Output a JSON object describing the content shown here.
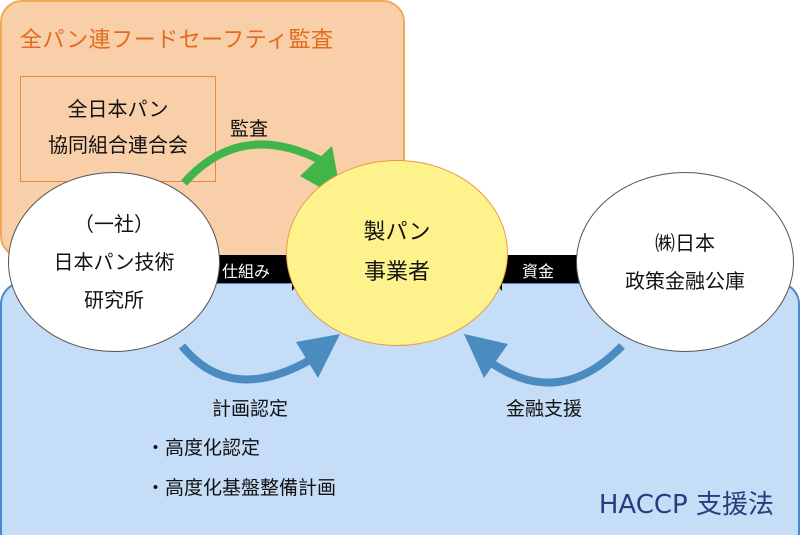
{
  "audit_region": {
    "title": "全パン連フードセーフティ監査"
  },
  "haccp_region": {
    "title": "HACCP 支援法"
  },
  "federation": {
    "line1": "全日本パン",
    "line2": "協同組合連合会"
  },
  "research_institute": {
    "line1": "（一社）",
    "line2": "日本パン技術",
    "line3": "研究所"
  },
  "bakery": {
    "line1": "製パン",
    "line2": "事業者"
  },
  "finance_corp": {
    "line1": "㈱日本",
    "line2": "政策金融公庫"
  },
  "arrows": {
    "audit": "監査",
    "mechanism": "仕組み",
    "funds": "資金",
    "plan_certification": "計画認定",
    "financial_support": "金融支援"
  },
  "certifications": [
    "・高度化認定",
    "・高度化基盤整備計画"
  ],
  "colors": {
    "audit_fill": "#f9cfa9",
    "haccp_fill": "#c5ddf7",
    "bakery_fill": "#fdf28c",
    "audit_arrow": "#3fb54a",
    "support_arrow": "#4a8cc0"
  }
}
